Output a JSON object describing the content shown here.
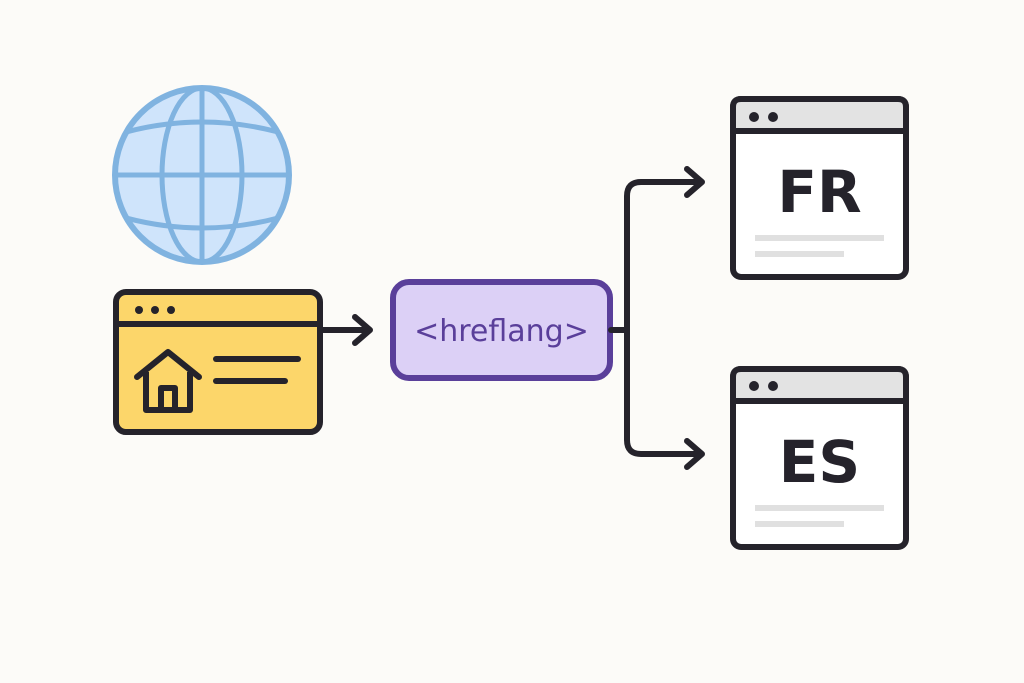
{
  "diagram": {
    "hreflang_label": "<hreflang>",
    "targets": [
      {
        "code": "FR"
      },
      {
        "code": "ES"
      }
    ]
  },
  "colors": {
    "background": "#fcfbf8",
    "stroke": "#25232b",
    "globe_fill": "#cfe4fb",
    "globe_stroke": "#80b3e0",
    "home_page_fill": "#fcd66a",
    "hreflang_fill": "#dcd0f6",
    "hreflang_stroke": "#5a3f9a",
    "hreflang_text": "#5a3f9a",
    "page_header": "#e3e3e3",
    "placeholder_line": "#e0e0e0"
  },
  "icons": {
    "globe": "globe-icon",
    "home": "home-icon"
  }
}
